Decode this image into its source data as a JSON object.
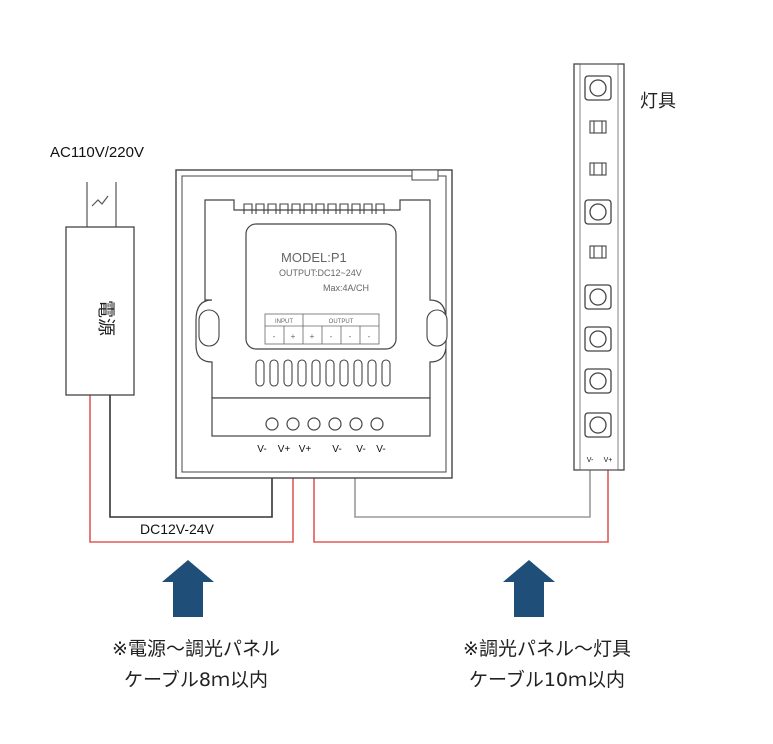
{
  "power_input_label": "AC110V/220V",
  "power_supply_label": "電源",
  "fixture_label": "灯具",
  "dc_label": "DC12V-24V",
  "panel": {
    "model": "MODEL:P1",
    "output_spec": "OUTPUT:DC12~24V",
    "max_current": "Max:4A/CH",
    "input_header": "INPUT",
    "output_header": "OUTPUT",
    "pin_marks": [
      "-",
      "+",
      "+",
      "-",
      "-",
      "-"
    ],
    "terminals": [
      "V-",
      "V+",
      "V+",
      "V-",
      "V-",
      "V-"
    ]
  },
  "strip_terminals": [
    "V-",
    "V+"
  ],
  "notes": {
    "left_line1": "※電源～調光パネル",
    "left_line2": "ケーブル8ｍ以内",
    "right_line1": "※調光パネル～灯具",
    "right_line2": "ケーブル10ｍ以内"
  },
  "colors": {
    "wire_red": "#e05a5a",
    "wire_dark": "#333333",
    "wire_gray": "#9a9a9a",
    "arrow": "#1f4e79",
    "outline": "#444444"
  }
}
